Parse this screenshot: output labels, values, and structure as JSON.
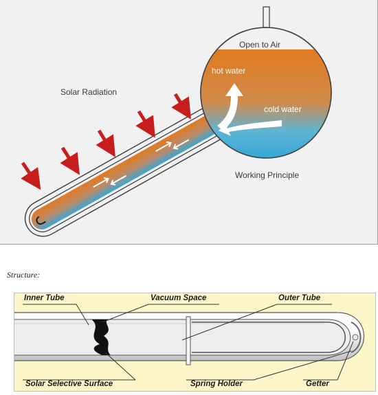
{
  "working_principle_diagram": {
    "open_to_air": "Open to Air",
    "hot_water": "hot water",
    "cold_water": "cold water",
    "solar_radiation": "Solar Radiation",
    "working_principle": "Working Principle"
  },
  "structure_title": "Structure:",
  "structure_diagram": {
    "inner_tube": "Inner Tube",
    "vacuum_space": "Vacuum Space",
    "outer_tube": "Outer Tube",
    "solar_selective_surface": "Solar Selective Surface",
    "spring_holder": "Spring Holder",
    "getter": "Getter"
  },
  "colors": {
    "hot_water": "#e07a20",
    "cold_water": "#2ba3d8",
    "radiation_arrow": "#c81d1d",
    "panel_background": "#fdf6c9"
  }
}
